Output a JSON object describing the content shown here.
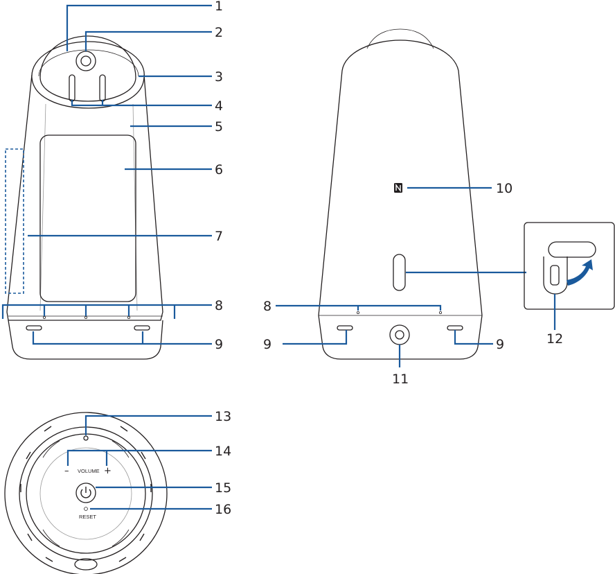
{
  "callouts": {
    "n1": "1",
    "n2": "2",
    "n3": "3",
    "n4": "4",
    "n5": "5",
    "n6": "6",
    "n7": "7",
    "n8_front": "8",
    "n9_front": "9",
    "n10": "10",
    "n8_back": "8",
    "n9_back_left": "9",
    "n9_back_right": "9",
    "n11": "11",
    "n12": "12",
    "n13": "13",
    "n14": "14",
    "n15": "15",
    "n16": "16"
  },
  "labels": {
    "volume": "VOLUME",
    "volume_minus": "–",
    "volume_plus": "+",
    "reset": "RESET"
  },
  "colors": {
    "callout_blue": "#1a5a9c",
    "outline": "#231f20"
  },
  "icons": [
    "nfc-mark-icon",
    "power-icon",
    "arrow-icon"
  ]
}
